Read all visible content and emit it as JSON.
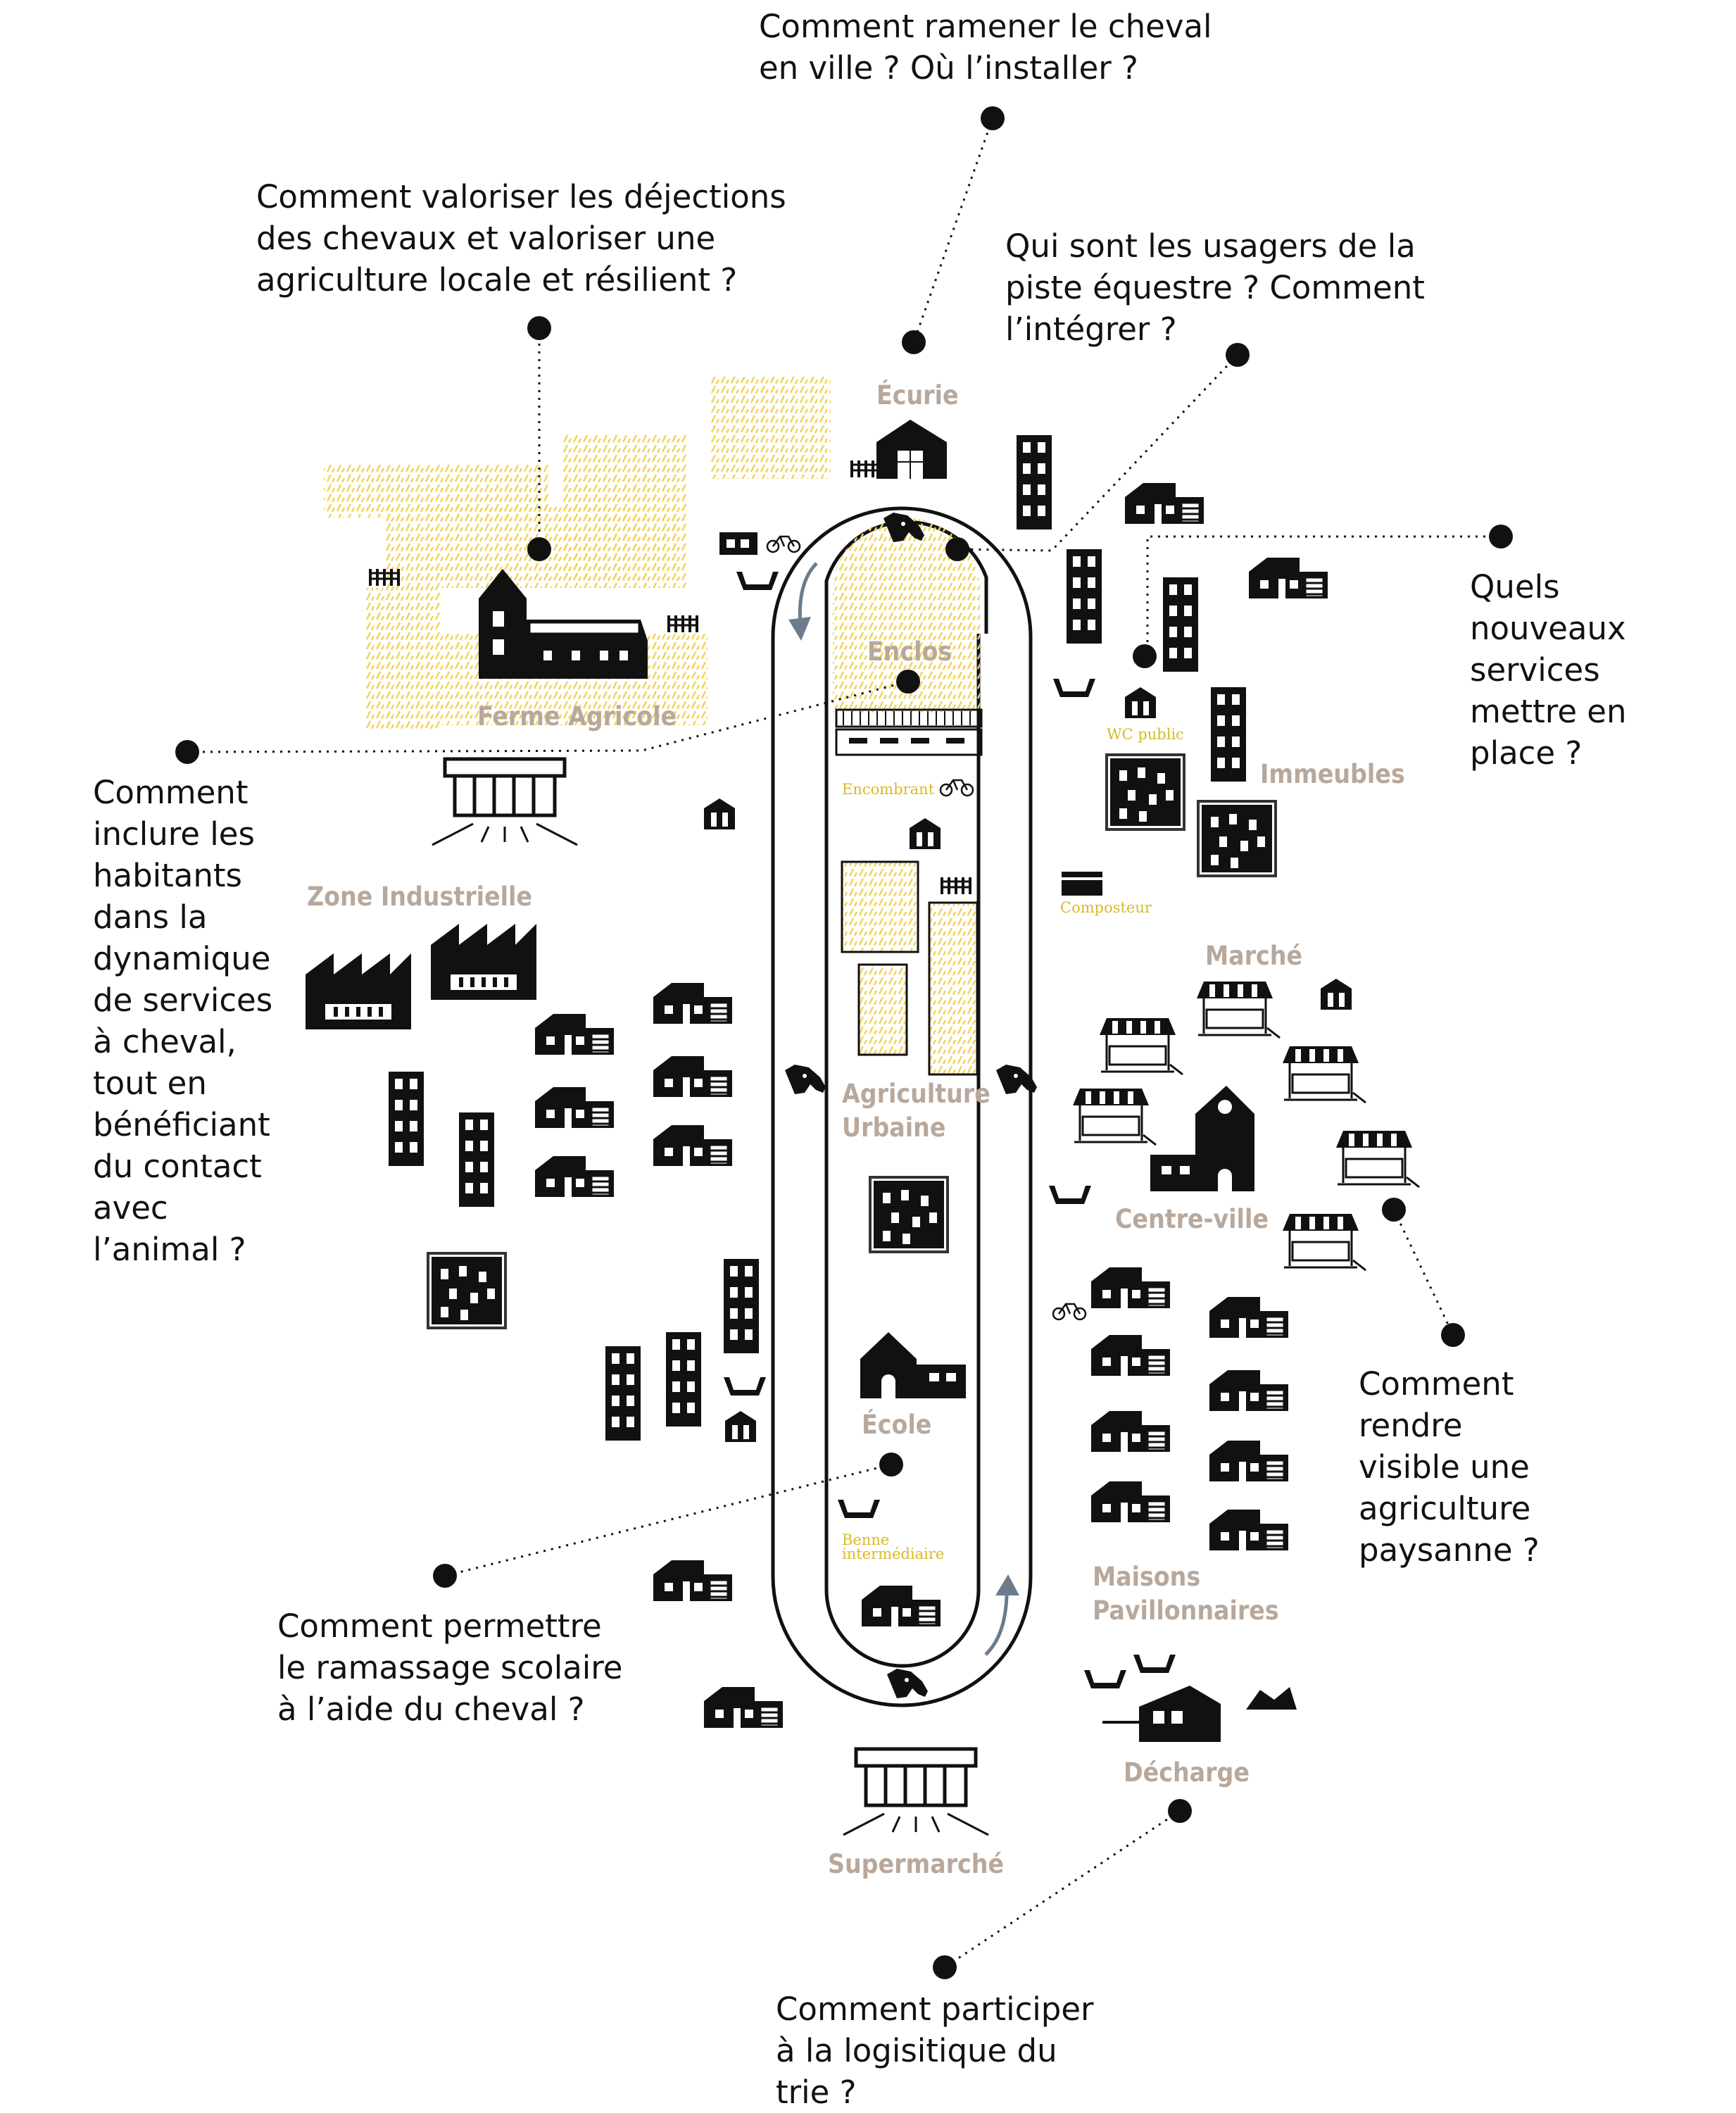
{
  "questions": {
    "horse_city": "Comment ramener le cheval\nen ville ? Où l’installer ?",
    "manure": "Comment valoriser les déjections\ndes chevaux et valoriser une\nagriculture locale et résilient ?",
    "users": "Qui sont les usagers de la\npiste équestre ? Comment\nl’intégrer ?",
    "services": "Quels\nnouveaux\nservices\nmettre en\nplace ?",
    "inhabitants": "Comment\ninclure les\nhabitants\ndans la\ndynamique\nde services\nà cheval,\ntout en\nbénéficiant\ndu contact\navec\nl’animal ?",
    "peasant": "Comment\nrendre\nvisible une\nagriculture\npaysanne ?",
    "school": "Comment permettre\nle ramassage scolaire\nà l’aide du cheval ?",
    "logistics": "Comment participer\nà la logisitique du\ntrie ?"
  },
  "labels": {
    "ecurie": "Écurie",
    "ferme": "Ferme Agricole",
    "enclos": "Enclos",
    "immeubles": "Immeubles",
    "zone": "Zone Industrielle",
    "marche": "Marché",
    "agri1": "Agriculture",
    "agri2": "Urbaine",
    "centre": "Centre-ville",
    "ecole": "École",
    "maisons1": "Maisons",
    "maisons2": "Pavillonnaires",
    "decharge": "Décharge",
    "super": "Supermarché",
    "wc": "WC public",
    "encombrant": "Encombrant",
    "composteur": "Composteur",
    "benne1": "Benne",
    "benne2": "intermédiaire"
  },
  "icons": [
    "horse-head-icon",
    "stable-icon",
    "farm-icon",
    "apartment-tower-icon",
    "house-icon",
    "factory-icon",
    "supermarket-icon",
    "market-stall-icon",
    "town-hall-icon",
    "school-icon",
    "toilet-icon",
    "bin-icon",
    "fence-icon",
    "bicycle-icon",
    "compost-icon",
    "arrow-icon"
  ],
  "colors": {
    "ink": "#111111",
    "label": "#b8a89c",
    "field": "#f0d35a",
    "small_label": "#d8b928",
    "arrow": "#6b7c8c"
  }
}
